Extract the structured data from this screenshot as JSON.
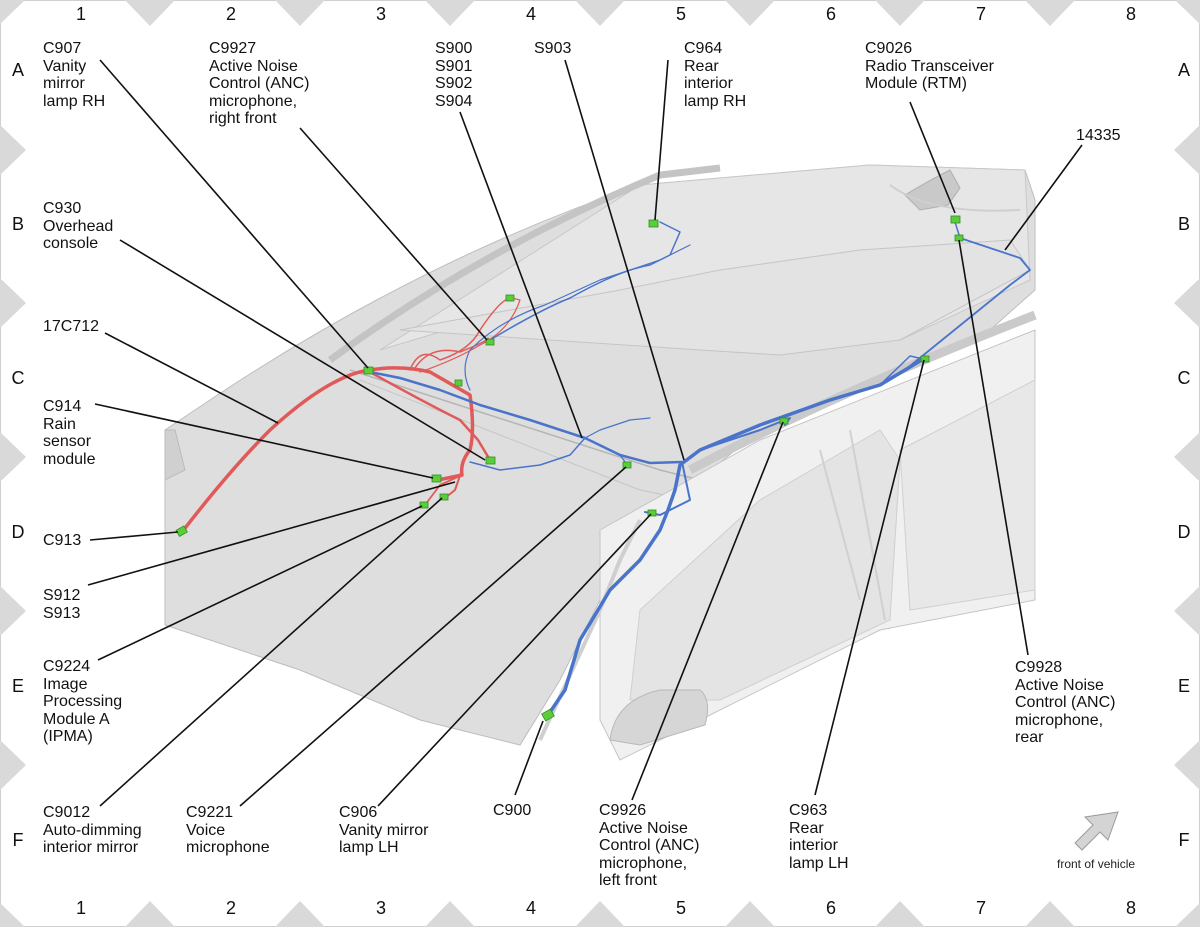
{
  "grid": {
    "columns": [
      "1",
      "2",
      "3",
      "4",
      "5",
      "6",
      "7",
      "8"
    ],
    "rows": [
      "A",
      "B",
      "C",
      "D",
      "E",
      "F"
    ]
  },
  "colors": {
    "harness_front": "#e05a5a",
    "harness_main": "#4a74c9",
    "connector": "#5ccc3c",
    "border_triangle": "#d9d9d9",
    "roof": "#dcdcdc"
  },
  "labels": {
    "c907": "C907\nVanity\nmirror\nlamp RH",
    "c9927": "C9927\nActive Noise\nControl (ANC)\nmicrophone,\nright front",
    "s900": "S900\nS901\nS902\nS904",
    "s903": "S903",
    "c964": "C964\nRear\ninterior\nlamp RH",
    "c9026": "C9026\nRadio Transceiver\nModule (RTM)",
    "n14335": "14335",
    "c930": "C930\nOverhead\nconsole",
    "n17c712": "17C712",
    "c914": "C914\nRain\nsensor\nmodule",
    "c913": "C913",
    "s912": "S912\nS913",
    "c9224": "C9224\nImage\nProcessing\nModule A\n(IPMA)",
    "c9012": "C9012\nAuto-dimming\ninterior mirror",
    "c9221": "C9221\nVoice\nmicrophone",
    "c906": "C906\nVanity mirror\nlamp LH",
    "c900": "C900",
    "c9926": "C9926\nActive Noise\nControl (ANC)\nmicrophone,\nleft front",
    "c963": "C963\nRear\ninterior\nlamp LH",
    "c9928": "C9928\nActive Noise\nControl (ANC)\nmicrophone,\nrear"
  },
  "front_of_vehicle": "front of vehicle",
  "icons": {
    "direction_arrow": "front-of-vehicle-arrow-icon"
  }
}
